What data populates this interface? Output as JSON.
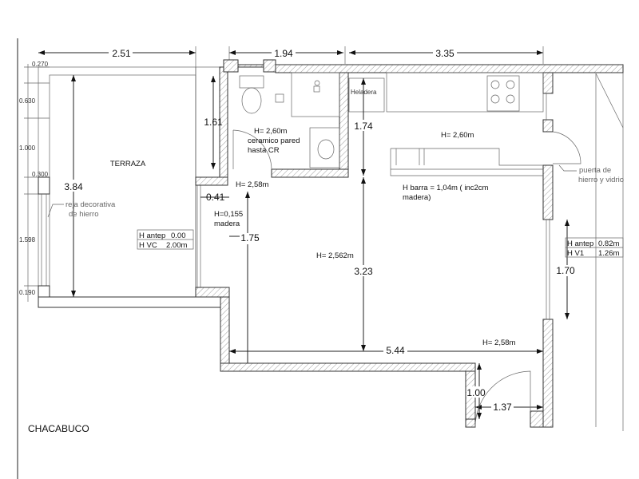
{
  "plan": {
    "title": "CHACABUCO",
    "rooms": {
      "terrace": "TERRAZA",
      "fridge": "Heladera"
    },
    "dimensions": {
      "top": [
        "2.51",
        "1.94",
        "3.35"
      ],
      "left": [
        "0.270",
        "0.630",
        "1.000",
        "0.300",
        "1.598",
        "0.190"
      ],
      "terrace_height": "3.84",
      "column": "1.61",
      "passage": "0.41",
      "passage_len": "1.75",
      "kitchen_depth": "1.74",
      "living_depth": "3.23",
      "living_width": "5.44",
      "window_right": "1.70",
      "entry_depth": "1.00",
      "entry_width": "1.37"
    },
    "notes": {
      "bath_h": "H= 2,60m",
      "bath_note1": "ceramico pared",
      "bath_note2": "hasta CR",
      "hall_h": "H= 2,58m",
      "step_h": "H=0,155",
      "step_mat": "madera",
      "kitchen_h": "H= 2,60m",
      "bar1": "H barra = 1,04m ( inc2cm",
      "bar2": "madera)",
      "living_h": "H= 2,562m",
      "living_h2": "H= 2,58m",
      "door1": "puerta de",
      "door2": "hierro y vidrio",
      "railing1": "reja decorativa",
      "railing2": "de hierro"
    },
    "tables": {
      "terrace_window": [
        [
          "H antep",
          "0.00"
        ],
        [
          "H VC",
          "2.00m"
        ]
      ],
      "right_window": [
        [
          "H antep",
          "0.82m"
        ],
        [
          "H V1",
          "1.26m"
        ]
      ]
    }
  }
}
